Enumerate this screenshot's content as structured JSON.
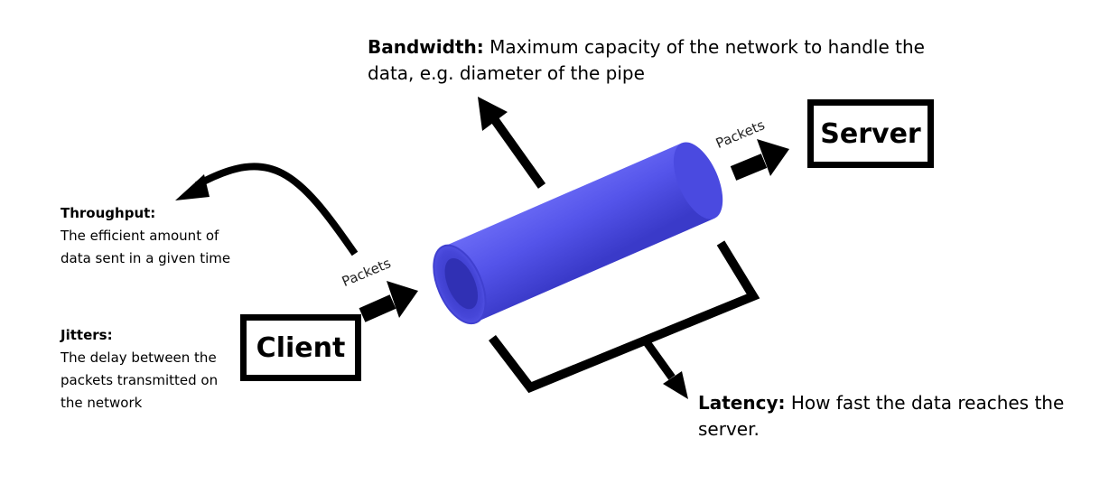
{
  "bandwidth": {
    "title": "Bandwidth:",
    "text": " Maximum capacity of the network to handle the data, e.g. diameter of the pipe"
  },
  "latency": {
    "title": "Latency:",
    "text": " How fast the data reaches the server."
  },
  "throughput": {
    "title": "Throughput:",
    "text": "The efficient amount of data sent in a given time"
  },
  "jitters": {
    "title": "Jitters:",
    "text": "The delay between the packets transmitted on the network"
  },
  "client": {
    "label": "Client"
  },
  "server": {
    "label": "Server"
  },
  "packets": {
    "client_label": "Packets",
    "server_label": "Packets"
  },
  "colors": {
    "pipe": "#5050e8",
    "pipe_dark": "#2e2eb8",
    "pipe_inner": "#3a3ad0",
    "ink": "#000000"
  }
}
